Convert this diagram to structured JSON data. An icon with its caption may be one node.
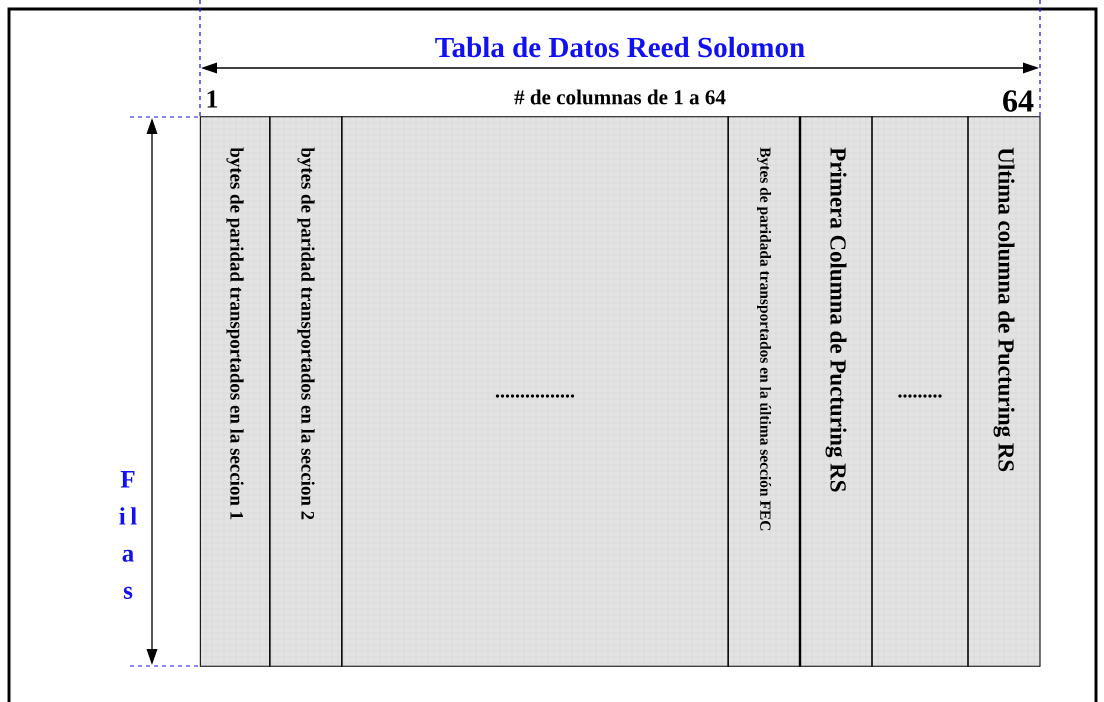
{
  "diagram": {
    "title": "Tabla de Datos Reed Solomon",
    "nodes": [
      {
        "text": [
          "bytes de paridad transportados en la seccion 1"
        ]
      },
      {
        "text": [
          "bytes de paridad transportados en la seccion 2"
        ]
      },
      {
        "text": [
          "................"
        ]
      },
      {
        "text": [
          "Bytes de paridada transportados en la última sección FEC"
        ]
      },
      {
        "text": [
          "Primera Columna de Pucturing RS"
        ]
      },
      {
        "text": [
          "........."
        ]
      },
      {
        "text": [
          "Ultima columna de Pucturing RS"
        ]
      }
    ],
    "labels": [
      "1",
      "# de columnas de 1 a 64",
      "64",
      "F i l a s"
    ]
  }
}
